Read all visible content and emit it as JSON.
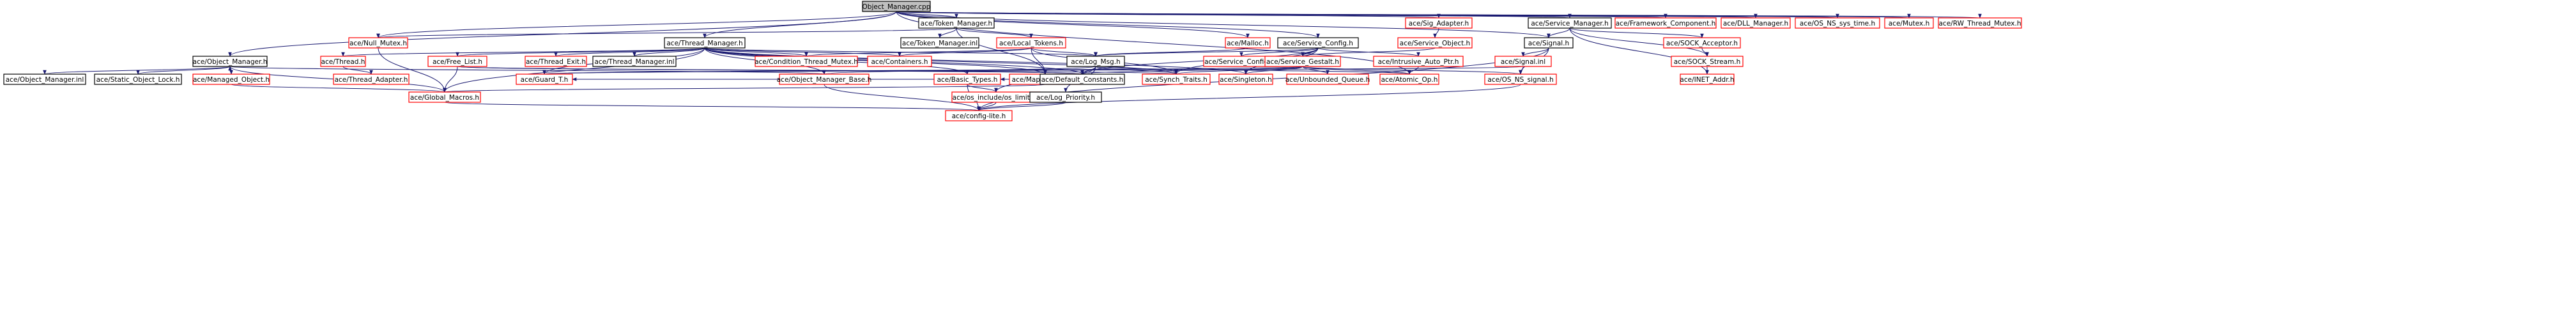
{
  "graph": {
    "title": "",
    "edge_color": "#191970",
    "node_border_colors": {
      "documented": "#000000",
      "undocumented": "#ff0000"
    },
    "root_fill": "#bfbfbf",
    "nodes": [
      {
        "id": "root",
        "label": "Object_Manager.cpp",
        "style": "root"
      },
      {
        "id": "om_h",
        "label": "ace/Object_Manager.h",
        "style": "black"
      },
      {
        "id": "null_mutex",
        "label": "ace/Null_Mutex.h",
        "style": "red"
      },
      {
        "id": "thread_mgr",
        "label": "ace/Thread_Manager.h",
        "style": "black"
      },
      {
        "id": "token_mgr",
        "label": "ace/Token_Manager.h",
        "style": "black"
      },
      {
        "id": "token_mgr_inl",
        "label": "ace/Token_Manager.inl",
        "style": "black"
      },
      {
        "id": "local_tokens",
        "label": "ace/Local_Tokens.h",
        "style": "red"
      },
      {
        "id": "malloc",
        "label": "ace/Malloc.h",
        "style": "red"
      },
      {
        "id": "service_config",
        "label": "ace/Service_Config.h",
        "style": "black"
      },
      {
        "id": "sig_adapter",
        "label": "ace/Sig_Adapter.h",
        "style": "red"
      },
      {
        "id": "service_object",
        "label": "ace/Service_Object.h",
        "style": "red"
      },
      {
        "id": "service_manager",
        "label": "ace/Service_Manager.h",
        "style": "black"
      },
      {
        "id": "signal_h",
        "label": "ace/Signal.h",
        "style": "black"
      },
      {
        "id": "framework_comp",
        "label": "ace/Framework_Component.h",
        "style": "red"
      },
      {
        "id": "dll_mgr",
        "label": "ace/DLL_Manager.h",
        "style": "red"
      },
      {
        "id": "os_ns_sys_time",
        "label": "ace/OS_NS_sys_time.h",
        "style": "red"
      },
      {
        "id": "mutex_h",
        "label": "ace/Mutex.h",
        "style": "red"
      },
      {
        "id": "rw_thread_mutex",
        "label": "ace/RW_Thread_Mutex.h",
        "style": "red"
      },
      {
        "id": "om_inl",
        "label": "ace/Object_Manager.inl",
        "style": "black"
      },
      {
        "id": "static_obj_lock",
        "label": "ace/Static_Object_Lock.h",
        "style": "black"
      },
      {
        "id": "managed_obj",
        "label": "ace/Managed_Object.h",
        "style": "red"
      },
      {
        "id": "thread_h",
        "label": "ace/Thread.h",
        "style": "red"
      },
      {
        "id": "free_list",
        "label": "ace/Free_List.h",
        "style": "red"
      },
      {
        "id": "thread_exit",
        "label": "ace/Thread_Exit.h",
        "style": "red"
      },
      {
        "id": "thread_mgr_inl",
        "label": "ace/Thread_Manager.inl",
        "style": "black"
      },
      {
        "id": "cond_thread_mutex",
        "label": "ace/Condition_Thread_Mutex.h",
        "style": "red"
      },
      {
        "id": "containers",
        "label": "ace/Containers.h",
        "style": "red"
      },
      {
        "id": "log_msg",
        "label": "ace/Log_Msg.h",
        "style": "black"
      },
      {
        "id": "map_mgr",
        "label": "ace/Map_Manager.h",
        "style": "red"
      },
      {
        "id": "service_config_inl",
        "label": "ace/Service_Config.inl",
        "style": "red"
      },
      {
        "id": "service_gestalt",
        "label": "ace/Service_Gestalt.h",
        "style": "red"
      },
      {
        "id": "intrusive_auto_ptr",
        "label": "ace/Intrusive_Auto_Ptr.h",
        "style": "red"
      },
      {
        "id": "signal_inl",
        "label": "ace/Signal.inl",
        "style": "red"
      },
      {
        "id": "sock_acceptor",
        "label": "ace/SOCK_Acceptor.h",
        "style": "red"
      },
      {
        "id": "sock_stream",
        "label": "ace/SOCK_Stream.h",
        "style": "red"
      },
      {
        "id": "inet_addr",
        "label": "ace/INET_Addr.h",
        "style": "red"
      },
      {
        "id": "thread_adapter",
        "label": "ace/Thread_Adapter.h",
        "style": "red"
      },
      {
        "id": "guard_t",
        "label": "ace/Guard_T.h",
        "style": "red"
      },
      {
        "id": "om_base",
        "label": "ace/Object_Manager_Base.h",
        "style": "red"
      },
      {
        "id": "basic_types",
        "label": "ace/Basic_Types.h",
        "style": "red"
      },
      {
        "id": "default_constants",
        "label": "ace/Default_Constants.h",
        "style": "black"
      },
      {
        "id": "synch_traits",
        "label": "ace/Synch_Traits.h",
        "style": "red"
      },
      {
        "id": "singleton",
        "label": "ace/Singleton.h",
        "style": "red"
      },
      {
        "id": "unbounded_queue",
        "label": "ace/Unbounded_Queue.h",
        "style": "red"
      },
      {
        "id": "atomic_op",
        "label": "ace/Atomic_Op.h",
        "style": "red"
      },
      {
        "id": "os_ns_signal",
        "label": "ace/OS_NS_signal.h",
        "style": "red"
      },
      {
        "id": "global_macros",
        "label": "ace/Global_Macros.h",
        "style": "red"
      },
      {
        "id": "os_limits",
        "label": "ace/os_include/os_limits.h",
        "style": "red"
      },
      {
        "id": "log_priority",
        "label": "ace/Log_Priority.h",
        "style": "black"
      },
      {
        "id": "config_lite",
        "label": "ace/config-lite.h",
        "style": "red"
      }
    ],
    "edges": [
      [
        "root",
        "om_h"
      ],
      [
        "root",
        "null_mutex"
      ],
      [
        "root",
        "thread_mgr"
      ],
      [
        "root",
        "token_mgr"
      ],
      [
        "root",
        "malloc"
      ],
      [
        "root",
        "service_config"
      ],
      [
        "root",
        "sig_adapter"
      ],
      [
        "root",
        "service_manager"
      ],
      [
        "root",
        "signal_h"
      ],
      [
        "root",
        "framework_comp"
      ],
      [
        "root",
        "dll_mgr"
      ],
      [
        "root",
        "os_ns_sys_time"
      ],
      [
        "root",
        "mutex_h"
      ],
      [
        "root",
        "rw_thread_mutex"
      ],
      [
        "root",
        "atomic_op"
      ],
      [
        "om_h",
        "om_inl"
      ],
      [
        "om_h",
        "static_obj_lock"
      ],
      [
        "om_h",
        "managed_obj"
      ],
      [
        "om_h",
        "global_macros"
      ],
      [
        "om_h",
        "om_base"
      ],
      [
        "managed_obj",
        "om_h"
      ],
      [
        "managed_obj",
        "global_macros"
      ],
      [
        "null_mutex",
        "global_macros"
      ],
      [
        "thread_mgr",
        "thread_h"
      ],
      [
        "thread_mgr",
        "free_list"
      ],
      [
        "thread_mgr",
        "thread_exit"
      ],
      [
        "thread_mgr",
        "thread_mgr_inl"
      ],
      [
        "thread_mgr",
        "cond_thread_mutex"
      ],
      [
        "thread_mgr",
        "containers"
      ],
      [
        "thread_mgr",
        "log_msg"
      ],
      [
        "thread_mgr",
        "map_mgr"
      ],
      [
        "thread_mgr",
        "guard_t"
      ],
      [
        "thread_mgr",
        "synch_traits"
      ],
      [
        "thread_mgr",
        "default_constants"
      ],
      [
        "thread_mgr",
        "basic_types"
      ],
      [
        "thread_mgr",
        "om_base"
      ],
      [
        "thread_mgr",
        "singleton"
      ],
      [
        "thread_mgr",
        "global_macros"
      ],
      [
        "thread_h",
        "thread_adapter"
      ],
      [
        "free_list",
        "global_macros"
      ],
      [
        "free_list",
        "default_constants"
      ],
      [
        "free_list",
        "synch_traits"
      ],
      [
        "token_mgr",
        "null_mutex"
      ],
      [
        "token_mgr",
        "token_mgr_inl"
      ],
      [
        "token_mgr",
        "local_tokens"
      ],
      [
        "token_mgr",
        "map_mgr"
      ],
      [
        "local_tokens",
        "cond_thread_mutex"
      ],
      [
        "local_tokens",
        "containers"
      ],
      [
        "local_tokens",
        "log_msg"
      ],
      [
        "local_tokens",
        "map_mgr"
      ],
      [
        "local_tokens",
        "synch_traits"
      ],
      [
        "map_mgr",
        "basic_types"
      ],
      [
        "map_mgr",
        "default_constants"
      ],
      [
        "map_mgr",
        "guard_t"
      ],
      [
        "map_mgr",
        "global_macros"
      ],
      [
        "log_msg",
        "default_constants"
      ],
      [
        "log_msg",
        "log_priority"
      ],
      [
        "log_msg",
        "os_limits"
      ],
      [
        "log_msg",
        "synch_traits"
      ],
      [
        "log_msg",
        "atomic_op"
      ],
      [
        "log_msg",
        "om_base"
      ],
      [
        "malloc",
        "log_msg"
      ],
      [
        "service_config",
        "service_config_inl"
      ],
      [
        "service_config",
        "service_gestalt"
      ],
      [
        "service_config",
        "intrusive_auto_ptr"
      ],
      [
        "service_config",
        "log_msg"
      ],
      [
        "service_config",
        "synch_traits"
      ],
      [
        "service_config",
        "singleton"
      ],
      [
        "service_config",
        "default_constants"
      ],
      [
        "service_gestalt",
        "default_constants"
      ],
      [
        "service_gestalt",
        "synch_traits"
      ],
      [
        "service_gestalt",
        "singleton"
      ],
      [
        "service_gestalt",
        "unbounded_queue"
      ],
      [
        "service_gestalt",
        "atomic_op"
      ],
      [
        "service_gestalt",
        "os_ns_signal"
      ],
      [
        "service_gestalt",
        "guard_t"
      ],
      [
        "intrusive_auto_ptr",
        "atomic_op"
      ],
      [
        "sig_adapter",
        "service_object"
      ],
      [
        "service_object",
        "service_gestalt"
      ],
      [
        "service_manager",
        "signal_h"
      ],
      [
        "service_manager",
        "sock_acceptor"
      ],
      [
        "service_manager",
        "sock_stream"
      ],
      [
        "service_manager",
        "inet_addr"
      ],
      [
        "signal_h",
        "signal_inl"
      ],
      [
        "signal_h",
        "os_ns_signal"
      ],
      [
        "signal_h",
        "config_lite"
      ],
      [
        "signal_inl",
        "os_ns_signal"
      ],
      [
        "signal_inl",
        "guard_t"
      ],
      [
        "sock_acceptor",
        "sock_stream"
      ],
      [
        "sock_stream",
        "inet_addr"
      ],
      [
        "om_base",
        "config_lite"
      ],
      [
        "basic_types",
        "os_limits"
      ],
      [
        "basic_types",
        "config_lite"
      ],
      [
        "os_limits",
        "config_lite"
      ],
      [
        "log_priority",
        "config_lite"
      ],
      [
        "global_macros",
        "config_lite"
      ],
      [
        "os_ns_signal",
        "config_lite"
      ]
    ]
  }
}
